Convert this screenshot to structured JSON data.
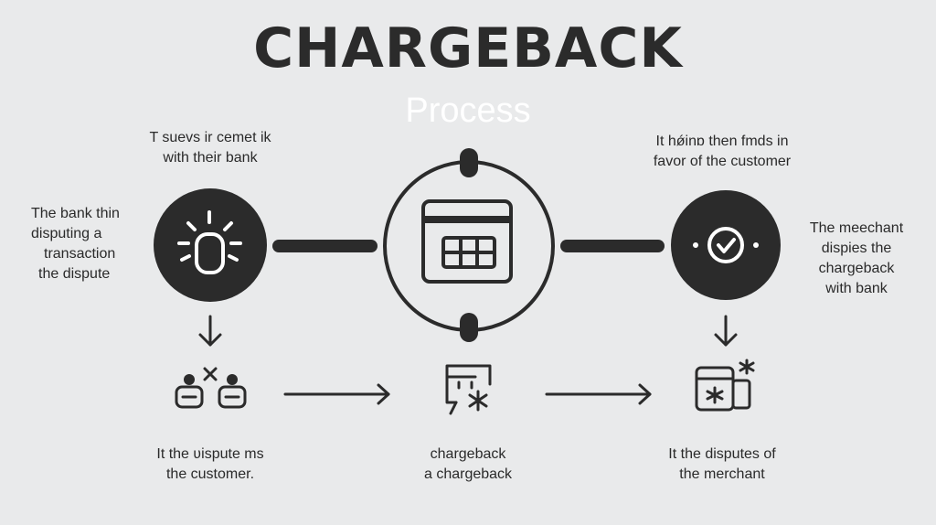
{
  "diagram": {
    "title": "CHARGEBACK",
    "subtitle": "Process",
    "labels": {
      "top_left": [
        "T suevs ir cemet ik",
        "with their bank"
      ],
      "left": [
        "The bank thin",
        "disputing a",
        "transaction",
        "the dispute"
      ],
      "top_right": [
        "It hǿinɒ then fmds in",
        "favor of the customer"
      ],
      "right": [
        "The meechant",
        "dispies the",
        "chargeback",
        "with bank"
      ],
      "bottom_left": [
        "It the ʋispute ms",
        "the customer."
      ],
      "bottom_center": [
        "chargeback",
        "a chargeback"
      ],
      "bottom_right": [
        "It the disputes of",
        "the merchant"
      ]
    },
    "icons": {
      "left_circle": "light-bulb-icon",
      "center_circle": "calendar-icon",
      "right_circle": "checkmark-icon",
      "bottom_left": "people-dispute-icon",
      "bottom_center": "document-asterisk-icon",
      "bottom_right": "wallet-asterisk-icon"
    },
    "colors": {
      "background": "#e9eaeb",
      "dark": "#2b2b2b",
      "subtitle": "#ffffff"
    }
  }
}
